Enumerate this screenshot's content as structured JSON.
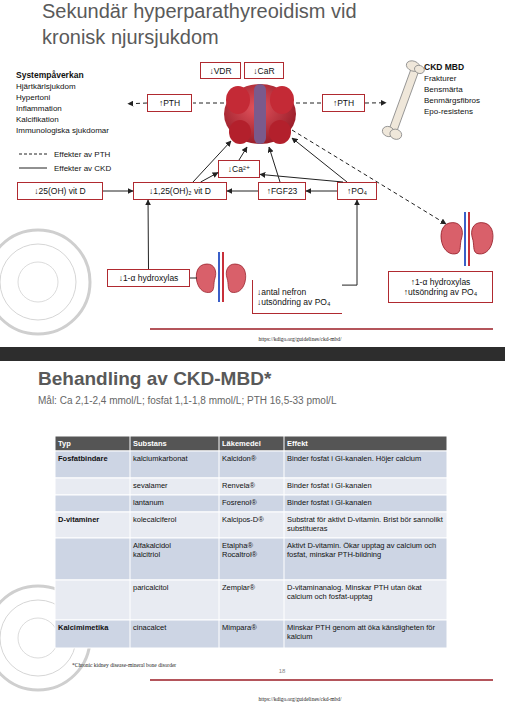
{
  "diagram": {
    "title": "Sekundär hyperparathyreoidism vid kronisk njursjukdom",
    "nodes": [
      {
        "text": [
          "Systempåverkan",
          "Hjärtkärlsjukdom",
          "Hypertoni",
          "Inflammation",
          "Kalcifikation",
          "Immunologiska sjukdomar"
        ]
      },
      {
        "text": [
          "↓VDR"
        ]
      },
      {
        "text": [
          "↓CaR"
        ]
      },
      {
        "text": [
          "↑PTH"
        ]
      },
      {
        "text": [
          "↑PTH"
        ]
      },
      {
        "text": [
          "CKD MBD",
          "Frakturer",
          "Bensmärta",
          "Benmärgsfibros",
          "Epo-resistens"
        ]
      },
      {
        "text": [
          "↓Ca²⁺"
        ]
      },
      {
        "text": [
          "↓25(OH) vit D"
        ]
      },
      {
        "text": [
          "↓1,25(OH)₂ vit D"
        ]
      },
      {
        "text": [
          "↑FGF23"
        ]
      },
      {
        "text": [
          "↑PO₄"
        ]
      },
      {
        "text": [
          "↓1-α hydroxylas"
        ]
      },
      {
        "text": [
          "↓antal nefron",
          "↓utsöndring av PO₄"
        ]
      },
      {
        "text": [
          "↑1-α hydroxylas",
          "↑utsöndring av PO₄"
        ]
      }
    ],
    "edges": [
      {
        "from": 3,
        "to": 0,
        "arrow": "to"
      },
      {
        "from": 4,
        "to": 5,
        "arrow": "to"
      },
      {
        "from": 7,
        "to": 8,
        "arrow": "to"
      },
      {
        "from": 8,
        "to": 6,
        "arrow": "to"
      },
      {
        "from": 11,
        "to": 8,
        "arrow": "to"
      },
      {
        "from": 9,
        "to": 8,
        "arrow": "to"
      },
      {
        "from": 10,
        "to": 9,
        "arrow": "to"
      },
      {
        "from": 10,
        "to": 6,
        "arrow": "to"
      },
      {
        "from": 12,
        "to": 10,
        "arrow": "to"
      }
    ],
    "labels": [
      "https://kdigo.org/guidelines/ckd-mbd/",
      "Behandling av CKD-MBD*",
      "Mål: Ca 2,1-2,4 mmol/L; fosfat 1,1-1,8 mmol/L; PTH 16,5-33 pmol/L",
      "Typ",
      "Substans",
      "Läkemedel",
      "Effekt",
      "Fosfatbindare",
      "kalciumkarbonat",
      "Kalcidon®",
      "Binder fosfat i GI-kanalen. Höjer calcium",
      "sevalamer",
      "Renvela®",
      "Binder fosfat i GI-kanalen",
      "lantanum",
      "Fosrenol®",
      "Binder fosfat i GI-kanalen",
      "D-vitaminer",
      "kolecalciferol",
      "Kalcipos-D®",
      "Substrat för aktivt D-vitamin. Brist bör sannolikt substitueras",
      "Alfakalcidol kalcitriol",
      "Etalpha® Rocaltrol®",
      "Aktivt D-vitamin. Ökar upptag av calcium och fosfat, minskar PTH-bildning",
      "paricalcitol",
      "Zemplar®",
      "D-vitaminanalog. Minskar PTH utan ökat calcium och fosfat-upptag",
      "Kalcimimetika",
      "cinacalcet",
      "Mimpara®",
      "Minskar PTH genom att öka känsligheten för kalcium",
      "*Chronic kidney disease-mineral bone disorder",
      "18",
      "https://kdigo.org/guidelines/ckd-mbd/"
    ],
    "legend": [
      {
        "text": "Effekter av PTH"
      },
      {
        "text": "Effekter av CKD"
      }
    ]
  }
}
